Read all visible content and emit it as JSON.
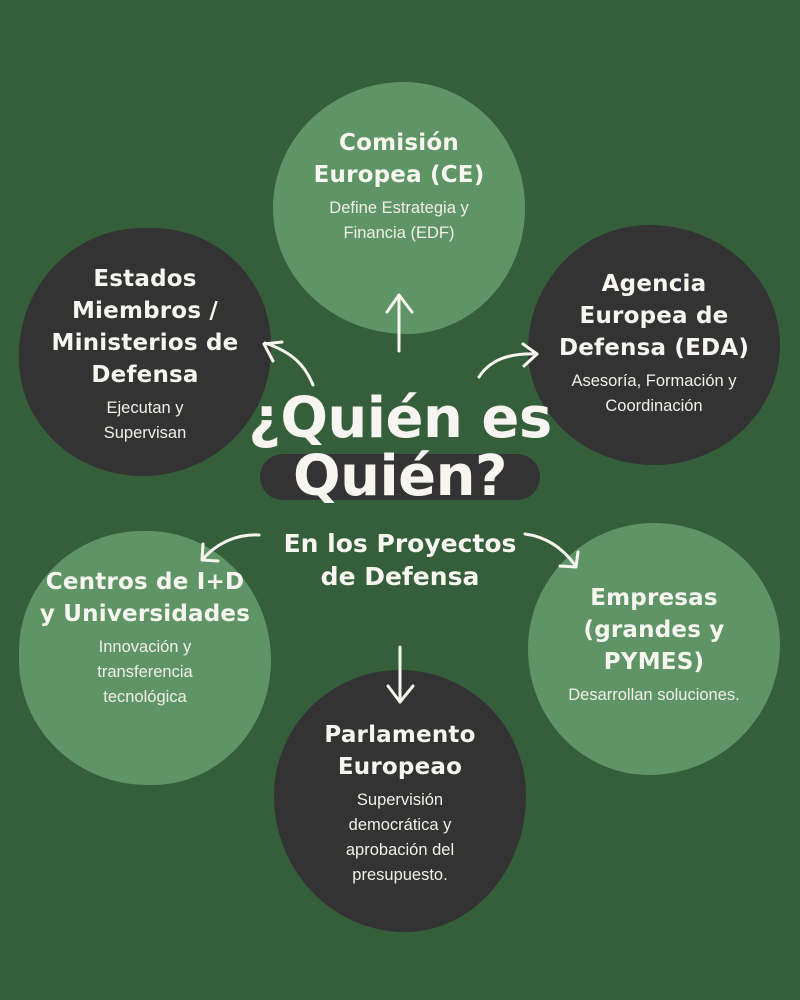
{
  "colors": {
    "background": "#355e3b",
    "light_blob": "#5f9566",
    "dark_blob": "#333333",
    "text": "#f7f5f0"
  },
  "center": {
    "headline": [
      "¿Quién es",
      "Quién?"
    ],
    "subheading": [
      "En los Proyectos",
      "de Defensa"
    ]
  },
  "actors": [
    {
      "id": "ce",
      "style": "light",
      "title": [
        "Comisión",
        "Europea (CE)"
      ],
      "description": [
        "Define Estrategia y",
        "Financia (EDF)"
      ]
    },
    {
      "id": "estados",
      "style": "dark",
      "title": [
        "Estados",
        "Miembros /",
        "Ministerios de",
        "Defensa"
      ],
      "description": [
        "Ejecutan y",
        "Supervisan"
      ]
    },
    {
      "id": "eda",
      "style": "dark",
      "title": [
        "Agencia",
        "Europea de",
        "Defensa (EDA)"
      ],
      "description": [
        "Asesoría, Formación y",
        "Coordinación"
      ]
    },
    {
      "id": "id",
      "style": "light",
      "title": [
        "Centros de I+D",
        "y Universidades"
      ],
      "description": [
        "Innovación y",
        "transferencia",
        "tecnológica"
      ]
    },
    {
      "id": "empresas",
      "style": "light",
      "title": [
        "Empresas",
        "(grandes y",
        "PYMES)"
      ],
      "description": [
        "Desarrollan soluciones."
      ]
    },
    {
      "id": "parlamento",
      "style": "dark",
      "title": [
        "Parlamento",
        "Europeao"
      ],
      "description": [
        "Supervisión",
        "democrática y",
        "aprobación del",
        "presupuesto."
      ]
    }
  ],
  "arrows": [
    {
      "from": "center",
      "to": "ce",
      "icon": "arrow-up-icon"
    },
    {
      "from": "center",
      "to": "estados",
      "icon": "curved-arrow-up-left-icon"
    },
    {
      "from": "center",
      "to": "eda",
      "icon": "curved-arrow-right-icon"
    },
    {
      "from": "center",
      "to": "id",
      "icon": "curved-arrow-down-left-icon"
    },
    {
      "from": "center",
      "to": "empresas",
      "icon": "curved-arrow-down-right-icon"
    },
    {
      "from": "center",
      "to": "parlamento",
      "icon": "arrow-down-icon"
    }
  ]
}
